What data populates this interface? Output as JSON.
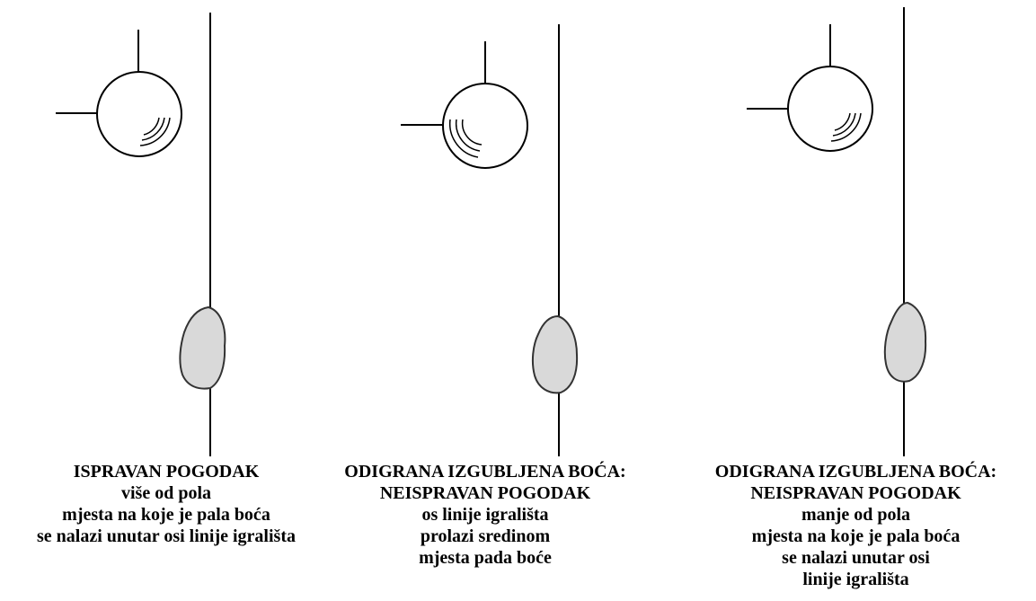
{
  "panels": [
    {
      "caption_lines": [
        "ISPRAVAN POGODAK",
        "više od pola",
        "mjesta na koje je pala boća",
        "se nalazi unutar osi linije igrališta"
      ]
    },
    {
      "caption_lines": [
        "ODIGRANA IZGUBLJENA BOĆA:",
        "NEISPRAVAN POGODAK",
        "os linije igrališta",
        "prolazi sredinom",
        "mjesta pada boće"
      ]
    },
    {
      "caption_lines": [
        "ODIGRANA IZGUBLJENA BOĆA:",
        "NEISPRAVAN POGODAK",
        "manje od pola",
        "mjesta na koje je pala boća",
        "se nalazi unutar osi",
        "linije igrališta"
      ]
    }
  ],
  "colors": {
    "line": "#000000",
    "spot_fill": "#d9d9d9",
    "spot_outline": "#333333",
    "ball_fill": "#ffffff"
  }
}
